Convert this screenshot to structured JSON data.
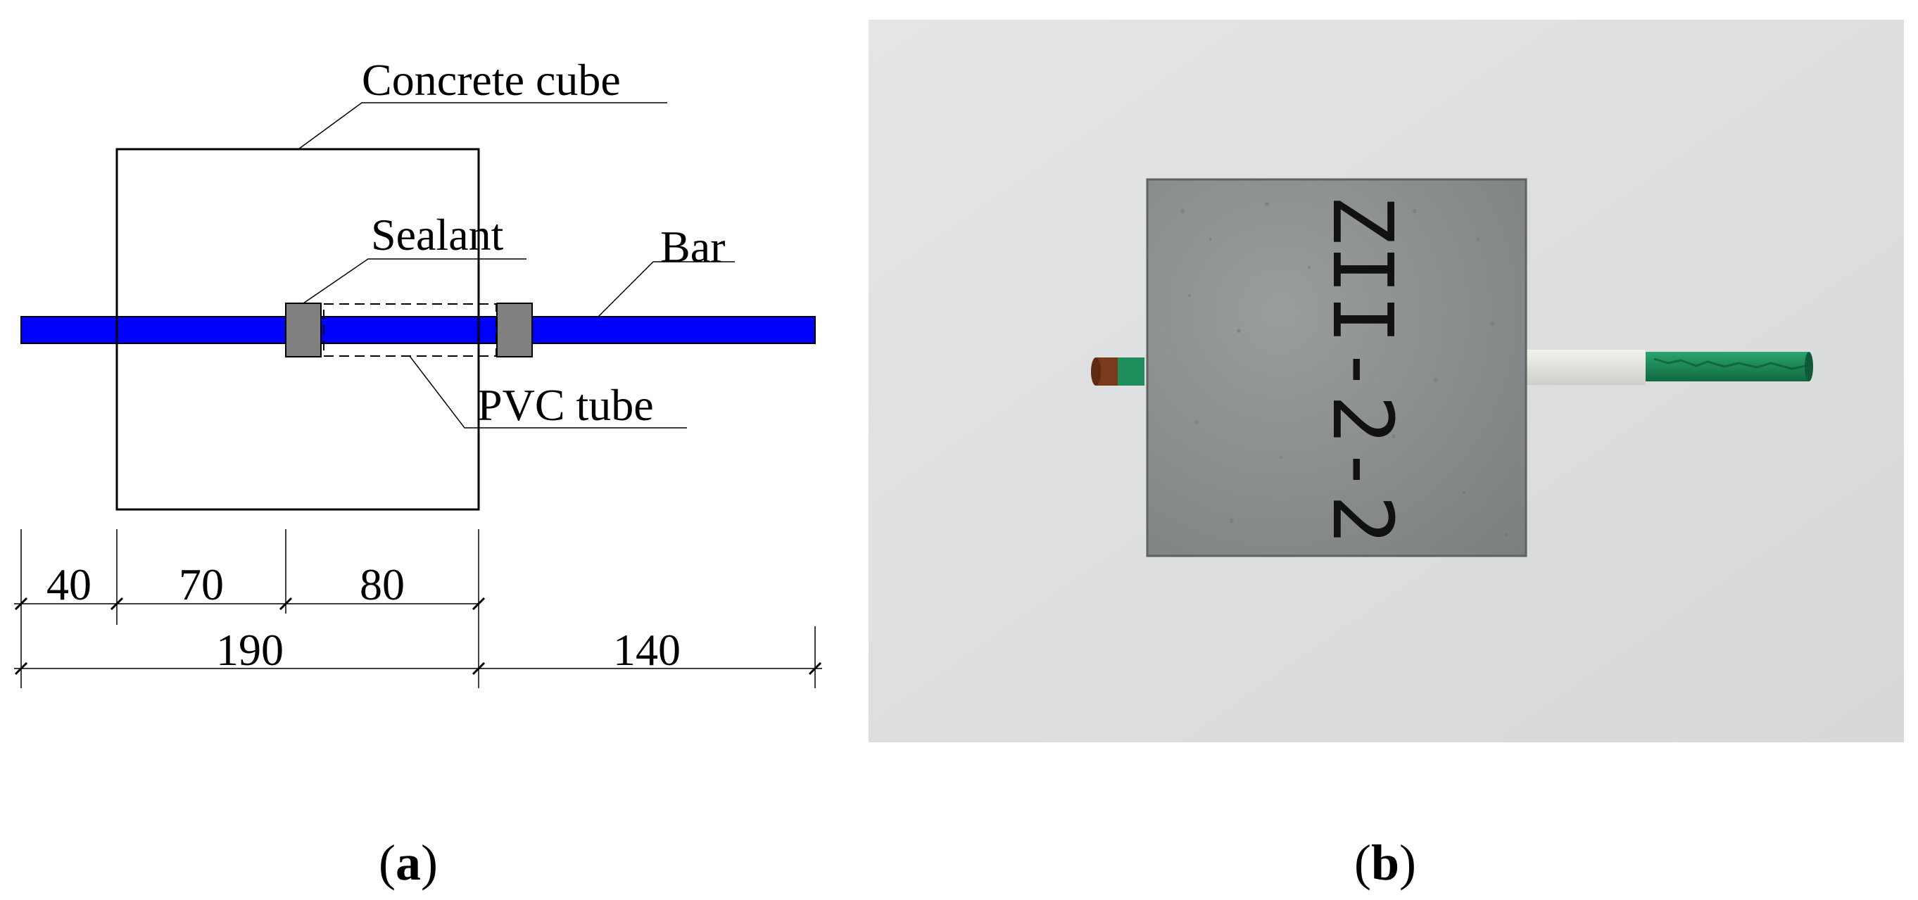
{
  "figure": {
    "panel_a": {
      "caption_letter": "a",
      "labels": {
        "concrete_cube": "Concrete cube",
        "sealant": "Sealant",
        "bar": "Bar",
        "pvc_tube": "PVC tube"
      },
      "dimensions": {
        "row1": [
          "40",
          "70",
          "80"
        ],
        "row2": [
          "190",
          "140"
        ]
      },
      "colors": {
        "bar": "#0000ff",
        "sealant": "#808080",
        "lines": "#000000"
      }
    },
    "panel_b": {
      "caption_letter": "b",
      "specimen_marking": "ZII-2-2",
      "colors": {
        "background": "#dfe0e2",
        "concrete": "#8a8d8e",
        "bar_green": "#1a8a5a",
        "pvc_white": "#e8e8e4",
        "rust": "#7a3a1e"
      }
    }
  }
}
